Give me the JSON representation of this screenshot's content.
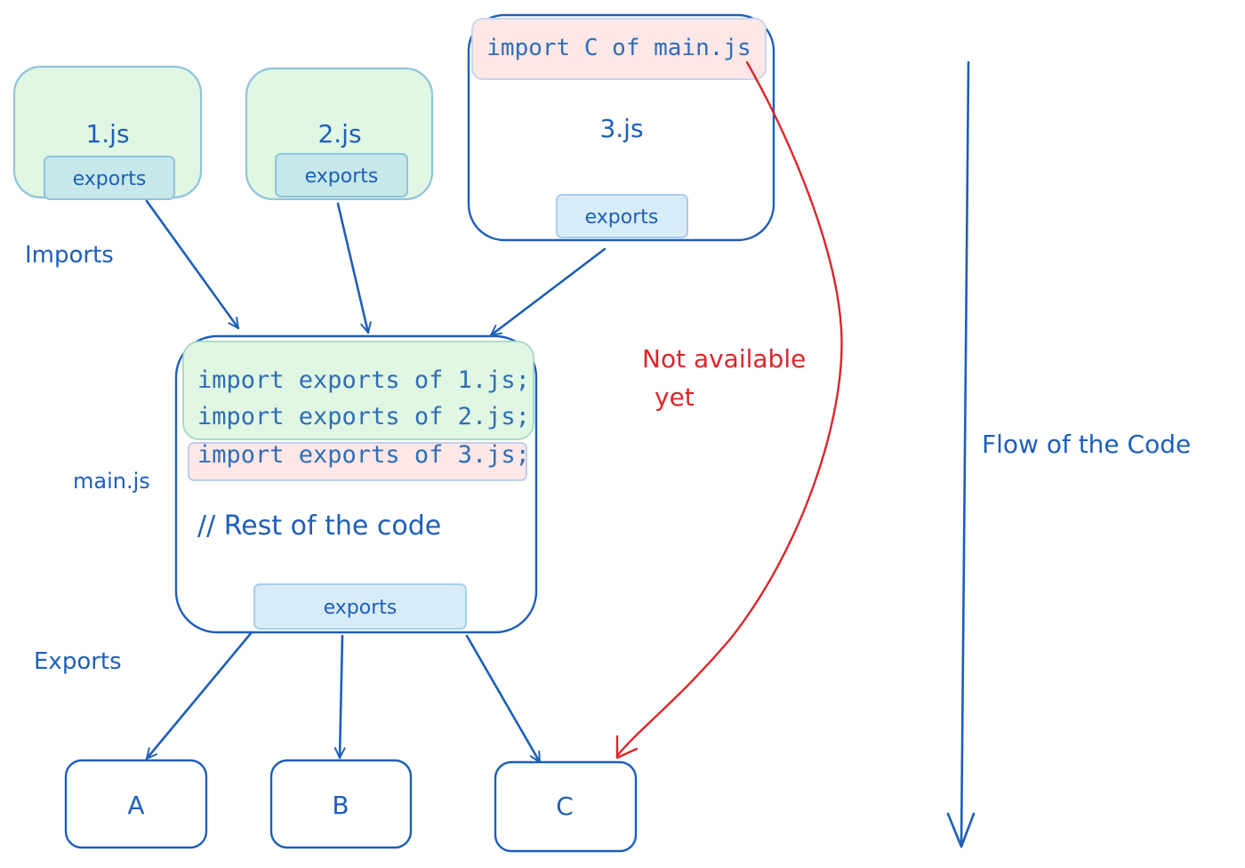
{
  "modules": {
    "one": {
      "title": "1.js",
      "exports": "exports"
    },
    "two": {
      "title": "2.js",
      "exports": "exports"
    },
    "three": {
      "title": "3.js",
      "exports": "exports",
      "import_line": "import C of main.js"
    },
    "main": {
      "title": "main.js",
      "imports": [
        "import exports of 1.js;",
        "import exports of 2.js;",
        "import exports of 3.js;"
      ],
      "comment": "// Rest of the code",
      "exports": "exports"
    }
  },
  "labels": {
    "imports": "Imports",
    "exports": "Exports",
    "flow": "Flow of the Code",
    "not_available_line1": "Not available",
    "not_available_line2": "yet"
  },
  "outputs": [
    "A",
    "B",
    "C"
  ],
  "colors": {
    "ink_blue": "#1d5fb8",
    "module_green_fill": "#e0f7e3",
    "exports_fill": "#d8ecf8",
    "warning_red": "#d9262b",
    "import_pink_fill": "#fde7e7"
  }
}
